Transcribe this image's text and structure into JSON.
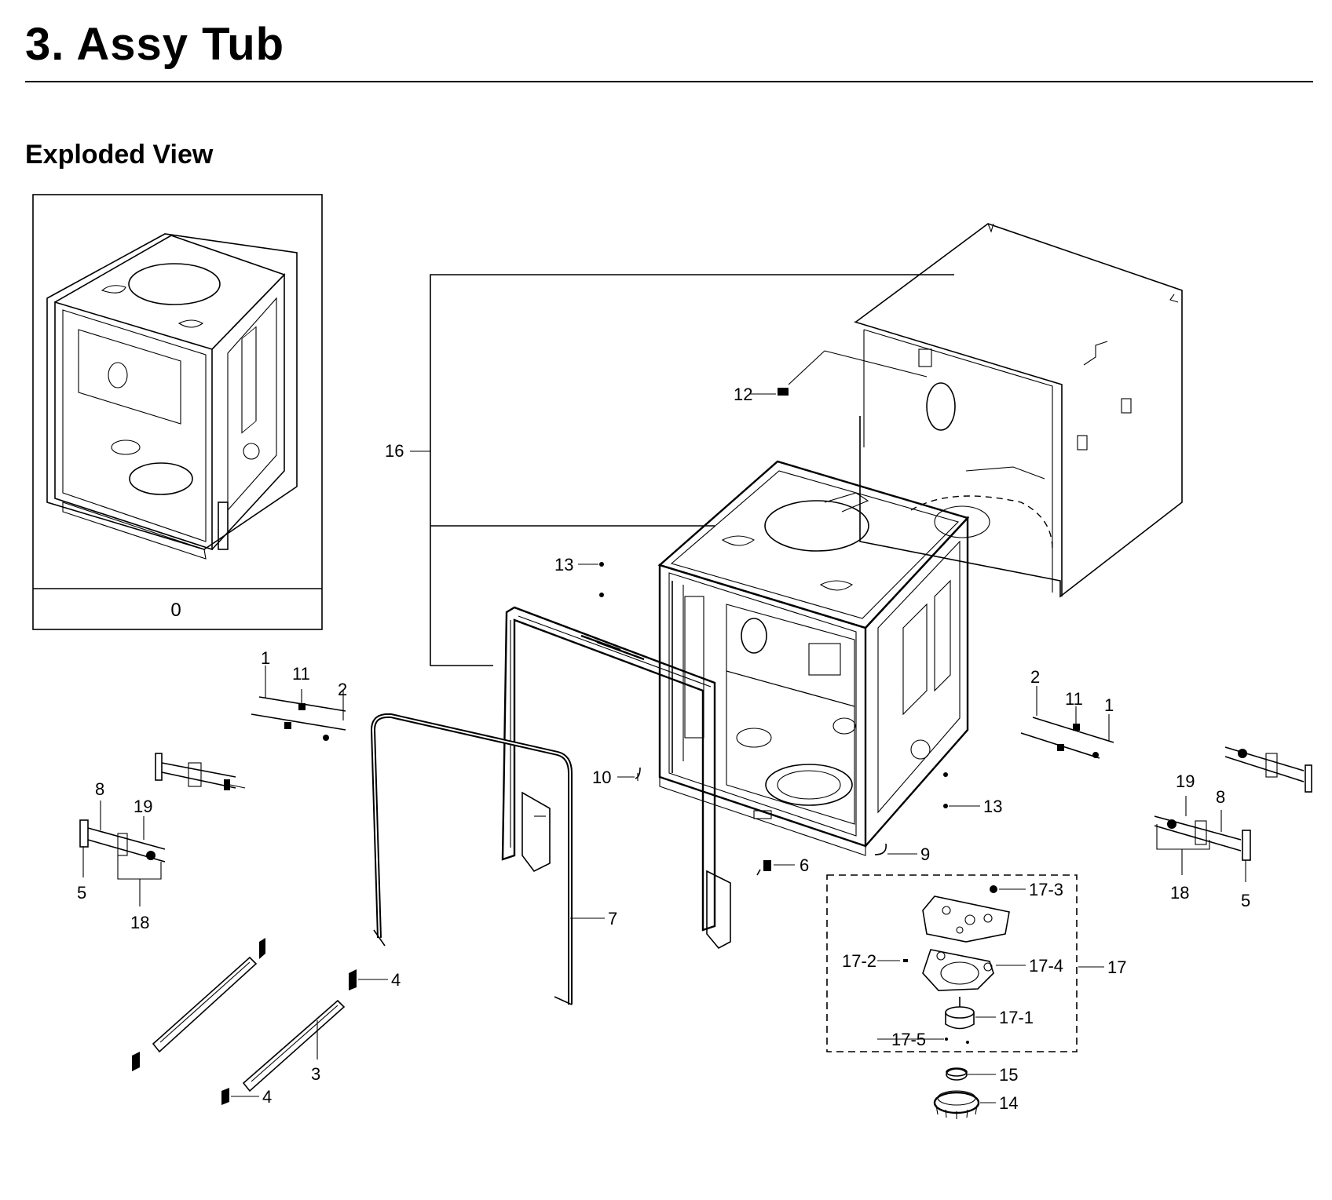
{
  "header": {
    "title": "3.  Assy Tub",
    "subtitle": "Exploded View"
  },
  "inset": {
    "label": "0"
  },
  "callouts": {
    "c16": "16",
    "c12": "12",
    "c13a": "13",
    "c13b": "13",
    "c1a": "1",
    "c11a": "11",
    "c2a": "2",
    "c2b": "2",
    "c11b": "11",
    "c1b": "1",
    "c8a": "8",
    "c19a": "19",
    "c5a": "5",
    "c18a": "18",
    "c19b": "19",
    "c8b": "8",
    "c18b": "18",
    "c5b": "5",
    "c10": "10",
    "c9": "9",
    "c6": "6",
    "c7": "7",
    "c4a": "4",
    "c4b": "4",
    "c3": "3",
    "c17_3": "17-3",
    "c17_2": "17-2",
    "c17_4": "17-4",
    "c17": "17",
    "c17_1": "17-1",
    "c17_5": "17-5",
    "c15": "15",
    "c14": "14"
  }
}
